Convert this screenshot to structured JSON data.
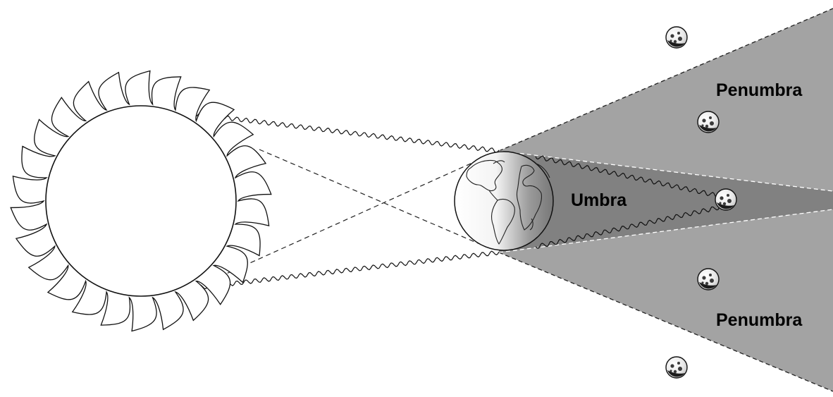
{
  "labels": {
    "penumbra_top": "Penumbra",
    "umbra": "Umbra",
    "penumbra_bottom": "Penumbra"
  },
  "colors": {
    "penumbra": "#a3a3a3",
    "umbra": "#818181",
    "outline": "#111111",
    "background": "#ffffff"
  },
  "icons": [
    "sun-icon",
    "earth-icon",
    "moon-icon"
  ]
}
